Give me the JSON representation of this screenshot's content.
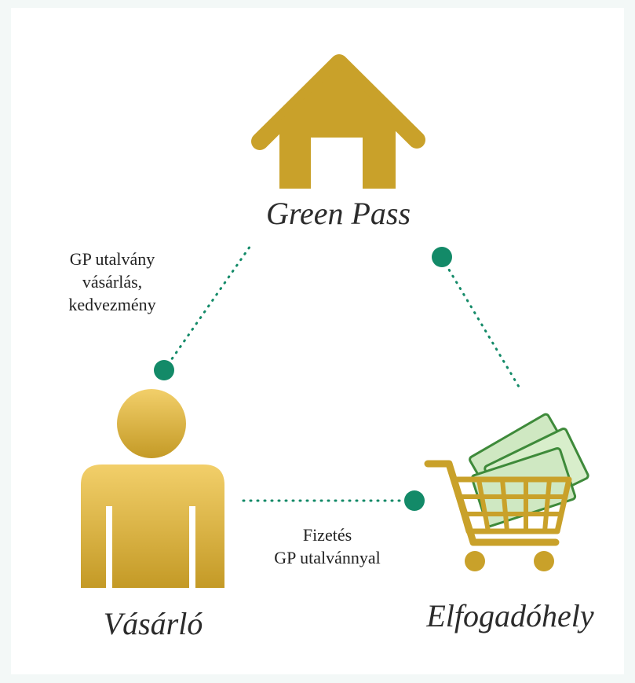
{
  "nodes": {
    "top": {
      "label": "Green Pass",
      "icon": "house-icon"
    },
    "left": {
      "label": "Vásárló",
      "icon": "person-icon"
    },
    "right": {
      "label": "Elfogadóhely",
      "icon": "shopping-cart-icon"
    }
  },
  "edges": {
    "left_top": {
      "lines": [
        "GP utalvány",
        "vásárlás,",
        "kedvezmény"
      ]
    },
    "left_right": {
      "lines": [
        "Fizetés",
        "GP utalvánnyal"
      ]
    },
    "top_right": {
      "lines": []
    }
  },
  "colors": {
    "gold": "#c9a12a",
    "gold_dark": "#b28916",
    "teal": "#138a68",
    "background": "#f3f8f7",
    "voucher_green": "#cfe8c2"
  }
}
